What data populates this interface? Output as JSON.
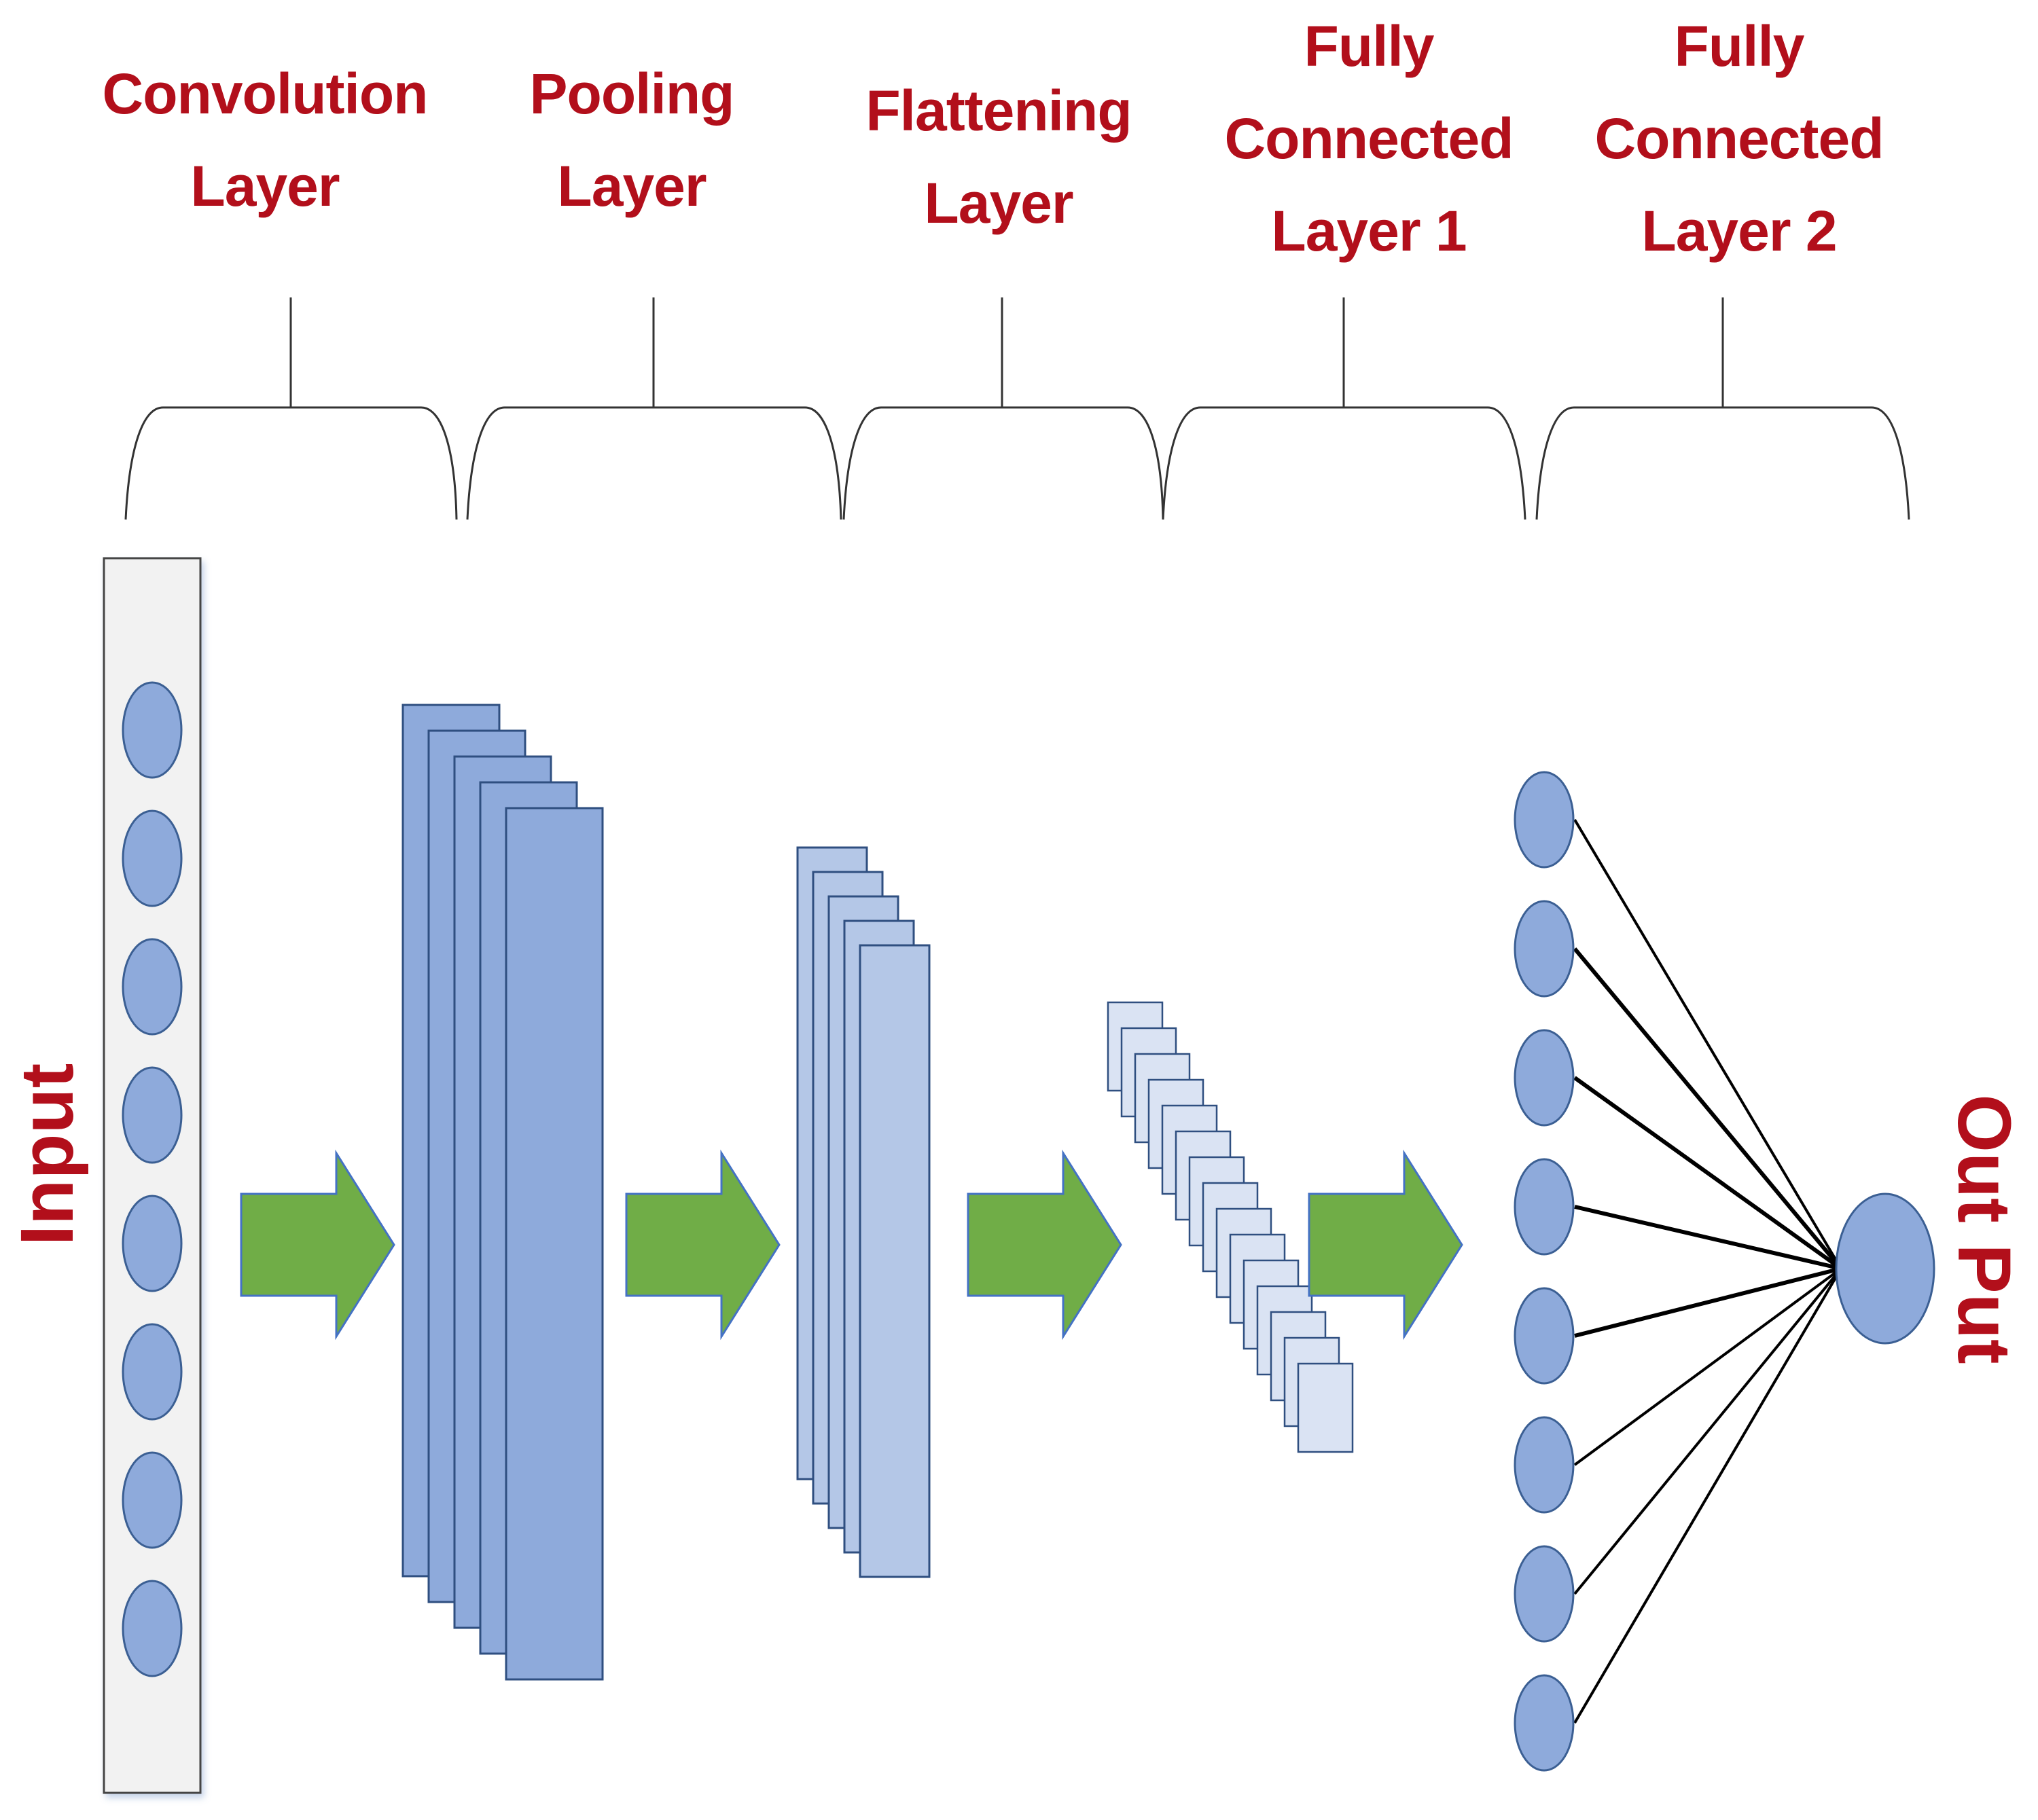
{
  "layers": [
    {
      "line1": "Convolution",
      "line2": "Layer",
      "line3": ""
    },
    {
      "line1": "Pooling",
      "line2": "Layer",
      "line3": ""
    },
    {
      "line1": "Flattening",
      "line2": "Layer",
      "line3": ""
    },
    {
      "line1": "Fully",
      "line2": "Connected",
      "line3": "Layer 1"
    },
    {
      "line1": "Fully",
      "line2": "Connected",
      "line3": "Layer 2"
    }
  ],
  "input_label": "Input",
  "output_label": "Out Put",
  "colors": {
    "label_red": "#b20f1b",
    "neuron_fill": "#8eaadb",
    "neuron_stroke": "#3b5f93",
    "conv_fill": "#8eaadb",
    "pool_fill": "#b4c7e7",
    "flat_fill": "#dae3f3",
    "arrow_green": "#70ad47",
    "arrow_stroke": "#4472c4",
    "input_panel": "#f2f2f2"
  },
  "counts": {
    "input_neurons": 8,
    "conv_feature_maps": 5,
    "pool_feature_maps": 5,
    "flattened_units": 15,
    "fc1_neurons": 8,
    "output_neurons": 1
  }
}
